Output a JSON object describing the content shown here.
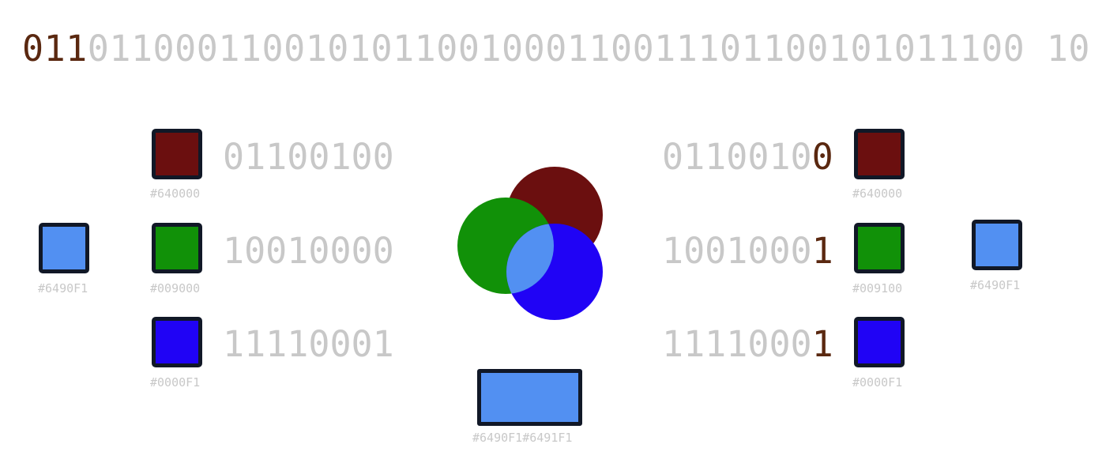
{
  "top_bits": {
    "highlighted": "011",
    "rest": "0110001100101011001000110011101100101011100 10"
  },
  "left": {
    "rows": [
      {
        "bits": "01100100",
        "hex": "#640000",
        "color": "#6b0f0f"
      },
      {
        "bits": "10010000",
        "hex": "#009000",
        "color": "#119108"
      },
      {
        "bits": "11110001",
        "hex": "#0000F1",
        "color": "#2003f5"
      }
    ],
    "outer": {
      "hex": "#6490F1",
      "color": "#5290f2"
    }
  },
  "right": {
    "rows": [
      {
        "bits_prefix": "0110010",
        "bits_last": "0",
        "hex": "#640000",
        "color": "#6b0f0f"
      },
      {
        "bits_prefix": "1001000",
        "bits_last": "1",
        "hex": "#009100",
        "color": "#119108"
      },
      {
        "bits_prefix": "1111000",
        "bits_last": "1",
        "hex": "#0000F1",
        "color": "#2003f5"
      }
    ],
    "outer": {
      "hex": "#6490F1",
      "color": "#5290f2"
    }
  },
  "bottom": {
    "hex": "#6490F1#6491F1",
    "color": "#5290f2"
  },
  "venn": {
    "red": "#6b0f0f",
    "green": "#119108",
    "blue": "#2003f5",
    "mix": "#5290f2"
  }
}
